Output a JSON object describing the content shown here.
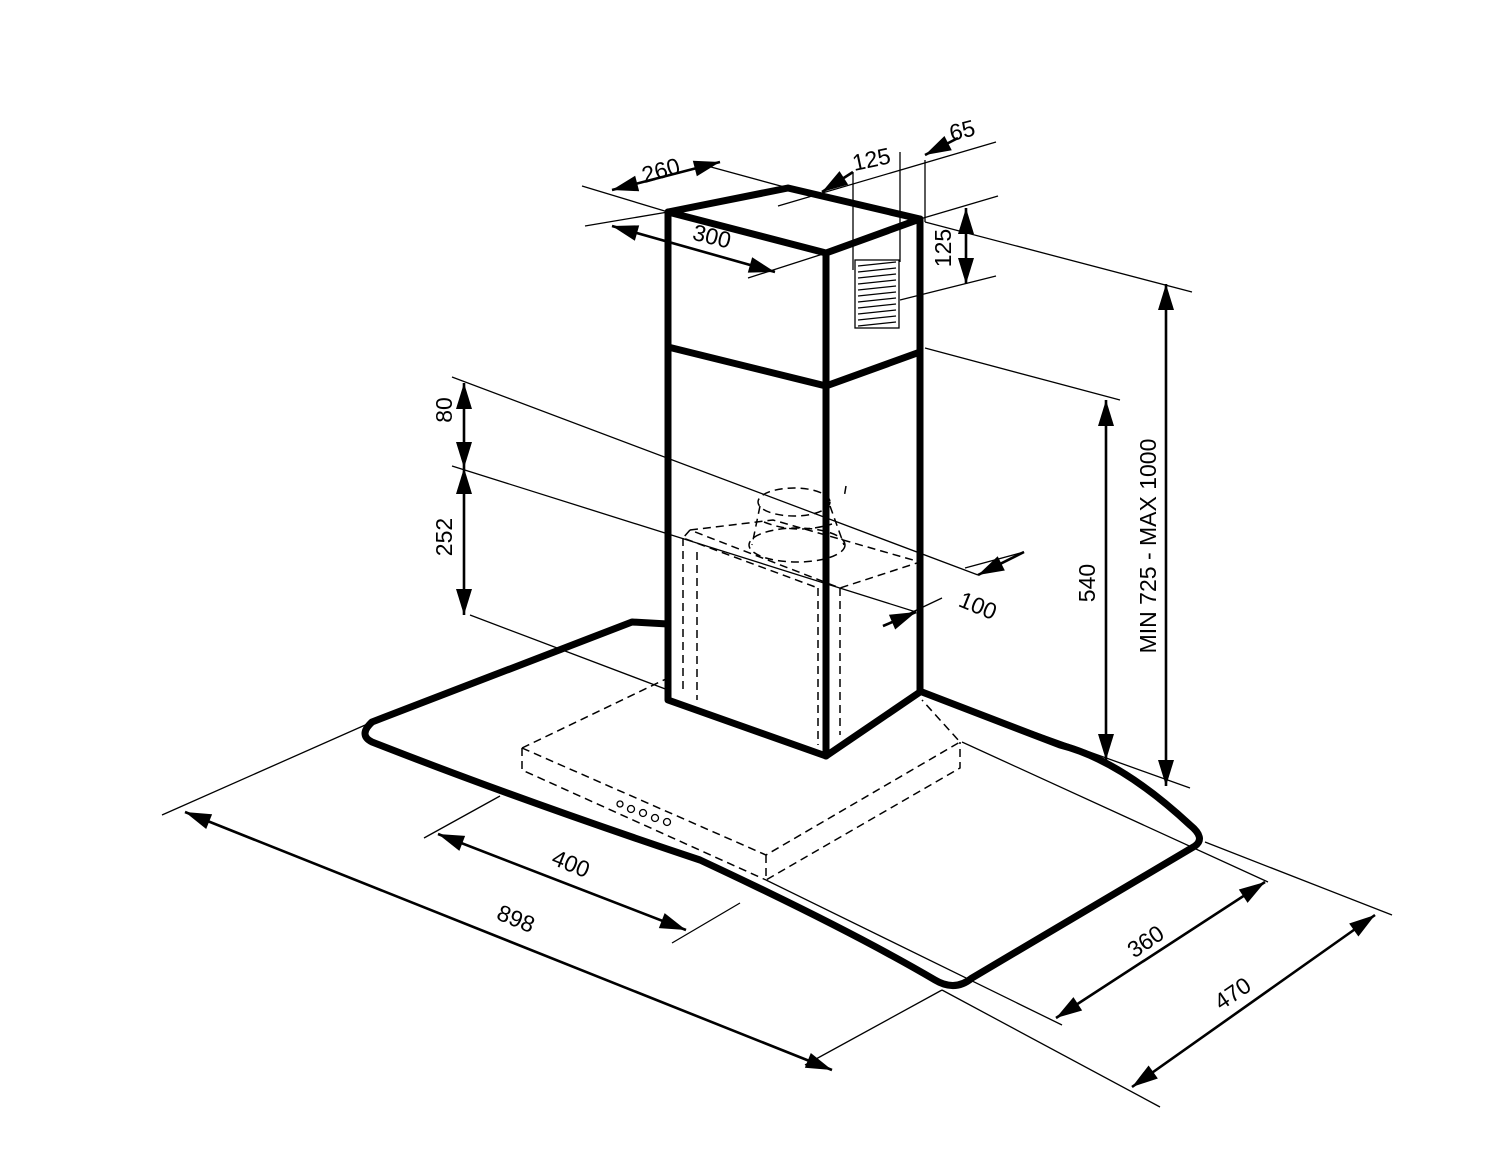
{
  "diagram": {
    "line_color": "#000000",
    "background": "#ffffff",
    "dimensions": {
      "chimney_depth": "260",
      "chimney_width": "300",
      "vent_width": "125",
      "vent_offset": "65",
      "vent_height": "125",
      "collar_offset": "80",
      "collar_height": "252",
      "outlet_offset": "100",
      "chimney_lower_height": "540",
      "total_height_range": "MIN 725 - MAX 1000",
      "control_panel_width": "400",
      "hood_width": "898",
      "panel_depth": "360",
      "hood_depth": "470"
    }
  }
}
